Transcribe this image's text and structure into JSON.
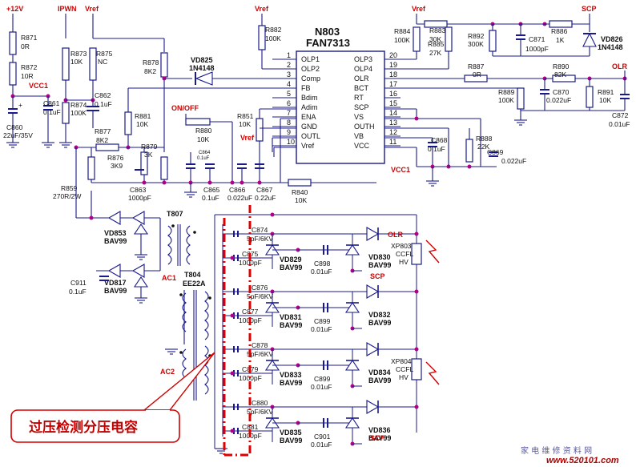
{
  "ic": {
    "ref": "N803",
    "part": "FAN7313",
    "left_pins": [
      {
        "num": "1",
        "name": "OLP1"
      },
      {
        "num": "2",
        "name": "OLP2"
      },
      {
        "num": "3",
        "name": "Comp"
      },
      {
        "num": "4",
        "name": "FB"
      },
      {
        "num": "5",
        "name": "Bdim"
      },
      {
        "num": "6",
        "name": "Adim"
      },
      {
        "num": "7",
        "name": "ENA"
      },
      {
        "num": "8",
        "name": "GND"
      },
      {
        "num": "9",
        "name": "OUTL"
      },
      {
        "num": "10",
        "name": "Vref"
      }
    ],
    "right_pins": [
      {
        "num": "20",
        "name": "OLP3"
      },
      {
        "num": "19",
        "name": "OLP4"
      },
      {
        "num": "18",
        "name": "OLR"
      },
      {
        "num": "17",
        "name": "BCT"
      },
      {
        "num": "16",
        "name": "RT"
      },
      {
        "num": "15",
        "name": "SCP"
      },
      {
        "num": "14",
        "name": "VS"
      },
      {
        "num": "13",
        "name": "OUTH"
      },
      {
        "num": "12",
        "name": "VB"
      },
      {
        "num": "11",
        "name": "VCC"
      }
    ]
  },
  "nets": {
    "p12v": "+12V",
    "ipwn": "IPWN",
    "vref": "Vref",
    "vcc1": "VCC1",
    "onoff": "ON/OFF",
    "scp": "SCP",
    "olr": "OLR",
    "ac1": "AC1",
    "ac2": "AC2"
  },
  "components": [
    {
      "ref": "R871",
      "value": "0R"
    },
    {
      "ref": "R872",
      "value": "10R"
    },
    {
      "ref": "C860",
      "value": "22uF/35V"
    },
    {
      "ref": "C861",
      "value": "0.1uF"
    },
    {
      "ref": "R873",
      "value": "10K"
    },
    {
      "ref": "R874",
      "value": "100K"
    },
    {
      "ref": "R875",
      "value": "NC"
    },
    {
      "ref": "C862",
      "value": "0.1uF"
    },
    {
      "ref": "R878",
      "value": "8K2"
    },
    {
      "ref": "VD825",
      "value": "1N4148"
    },
    {
      "ref": "R882",
      "value": "100K"
    },
    {
      "ref": "R881",
      "value": "10K"
    },
    {
      "ref": "R877",
      "value": "8K2"
    },
    {
      "ref": "R876",
      "value": "3K9"
    },
    {
      "ref": "R879",
      "value": "3K"
    },
    {
      "ref": "R880",
      "value": "10K"
    },
    {
      "ref": "C864",
      "value": "0.1uF"
    },
    {
      "ref": "R851",
      "value": "10K"
    },
    {
      "ref": "R859",
      "value": "270R/2W"
    },
    {
      "ref": "C863",
      "value": "1000pF"
    },
    {
      "ref": "C865",
      "value": "0.1uF"
    },
    {
      "ref": "C866",
      "value": "0.022uF"
    },
    {
      "ref": "C867",
      "value": "0.22uF"
    },
    {
      "ref": "R840",
      "value": "10K"
    },
    {
      "ref": "R884",
      "value": "100K"
    },
    {
      "ref": "R883",
      "value": "30K"
    },
    {
      "ref": "R885",
      "value": "27K"
    },
    {
      "ref": "R892",
      "value": "300K"
    },
    {
      "ref": "C871",
      "value": "1000pF"
    },
    {
      "ref": "R886",
      "value": "1K"
    },
    {
      "ref": "VD826",
      "value": "1N4148"
    },
    {
      "ref": "R887",
      "value": "0R"
    },
    {
      "ref": "R890",
      "value": "82K"
    },
    {
      "ref": "R889",
      "value": "100K"
    },
    {
      "ref": "C870",
      "value": "0.022uF"
    },
    {
      "ref": "R891",
      "value": "10K"
    },
    {
      "ref": "C872",
      "value": "0.01uF"
    },
    {
      "ref": "C868",
      "value": "0.1uF"
    },
    {
      "ref": "R888",
      "value": "22K"
    },
    {
      "ref": "C869",
      "value": "0.022uF"
    },
    {
      "ref": "T807",
      "value": ""
    },
    {
      "ref": "T804",
      "value": "EE22A"
    },
    {
      "ref": "VD853",
      "value": "BAV99"
    },
    {
      "ref": "VD817",
      "value": "BAV99"
    },
    {
      "ref": "C911",
      "value": "0.1uF"
    },
    {
      "ref": "C874",
      "value": "5pF/6KV"
    },
    {
      "ref": "C875",
      "value": "1000pF"
    },
    {
      "ref": "C876",
      "value": "5pF/6KV"
    },
    {
      "ref": "C877",
      "value": "1000pF"
    },
    {
      "ref": "C878",
      "value": "5pF/6KV"
    },
    {
      "ref": "C879",
      "value": "1000pF"
    },
    {
      "ref": "C880",
      "value": "5pF/6KV"
    },
    {
      "ref": "C881",
      "value": "1000pF"
    },
    {
      "ref": "VD829",
      "value": "BAV99"
    },
    {
      "ref": "VD830",
      "value": "BAV99"
    },
    {
      "ref": "VD831",
      "value": "BAV99"
    },
    {
      "ref": "VD832",
      "value": "BAV99"
    },
    {
      "ref": "VD833",
      "value": "BAV99"
    },
    {
      "ref": "VD834",
      "value": "BAV99"
    },
    {
      "ref": "VD835",
      "value": "BAV99"
    },
    {
      "ref": "VD836",
      "value": "BAV99"
    },
    {
      "ref": "C898",
      "value": "0.01uF"
    },
    {
      "ref": "C899",
      "value": "0.01uF"
    },
    {
      "ref": "C899",
      "value": "0.01uF"
    },
    {
      "ref": "C901",
      "value": "0.01uF"
    }
  ],
  "connectors": [
    {
      "ref": "XP803",
      "label": "CCFL",
      "sub": "HV"
    },
    {
      "ref": "XP804",
      "label": "CCFL",
      "sub": "HV"
    }
  ],
  "callout": "过压检测分压电容",
  "watermark": {
    "cn": "家 电 维 修 资 料 网",
    "url": "www.520101.com"
  },
  "colors": {
    "wire": "#1a1a8c",
    "node": "#b0008a",
    "net": "#d00000",
    "dash": "#e00000"
  }
}
